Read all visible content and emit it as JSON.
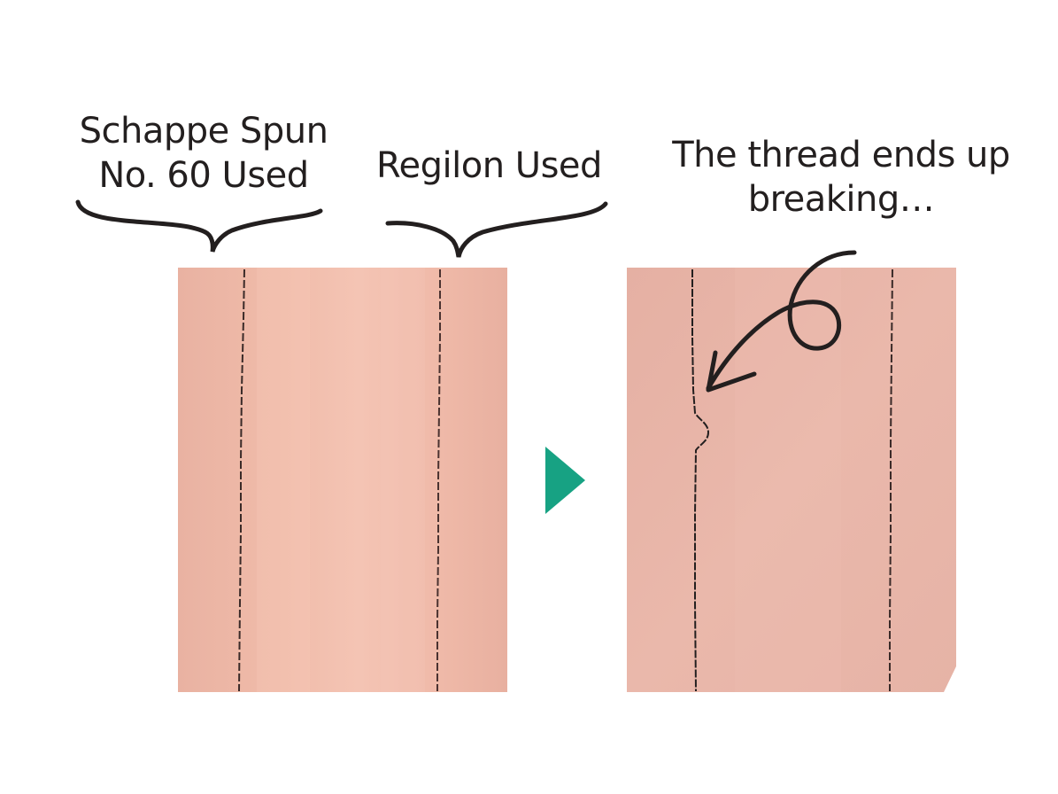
{
  "labels": {
    "schappe_line1": "Schappe Spun",
    "schappe_line2": "No. 60 Used",
    "regilon": "Regilon Used",
    "breaking_line1": "The thread ends up",
    "breaking_line2": "breaking…"
  },
  "colors": {
    "fabric_left": "#ecb5a5",
    "fabric_right": "#e8b4a8",
    "stitch": "#2a2222",
    "ink": "#231f1f",
    "arrow_accent": "#17a283"
  },
  "icons": {
    "transition_arrow": "right-triangle-icon",
    "pointer_arrow": "curly-arrow-icon"
  }
}
